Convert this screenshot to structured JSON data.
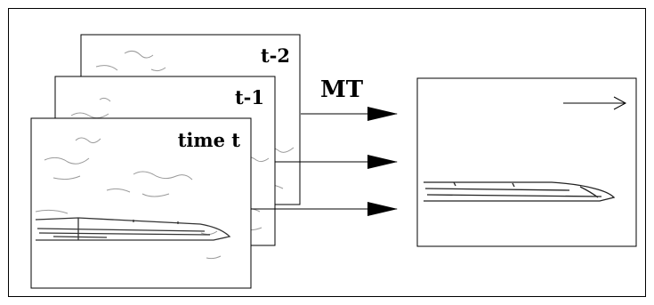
{
  "input_frames": [
    {
      "label": "t-2"
    },
    {
      "label": "t-1"
    },
    {
      "label": "time t"
    }
  ],
  "operation": {
    "label": "MT"
  },
  "output_frame": {
    "direction_icon": "right-arrow-icon"
  },
  "colors": {
    "stroke": "#000000",
    "sketch": "#888888",
    "background": "#ffffff"
  }
}
